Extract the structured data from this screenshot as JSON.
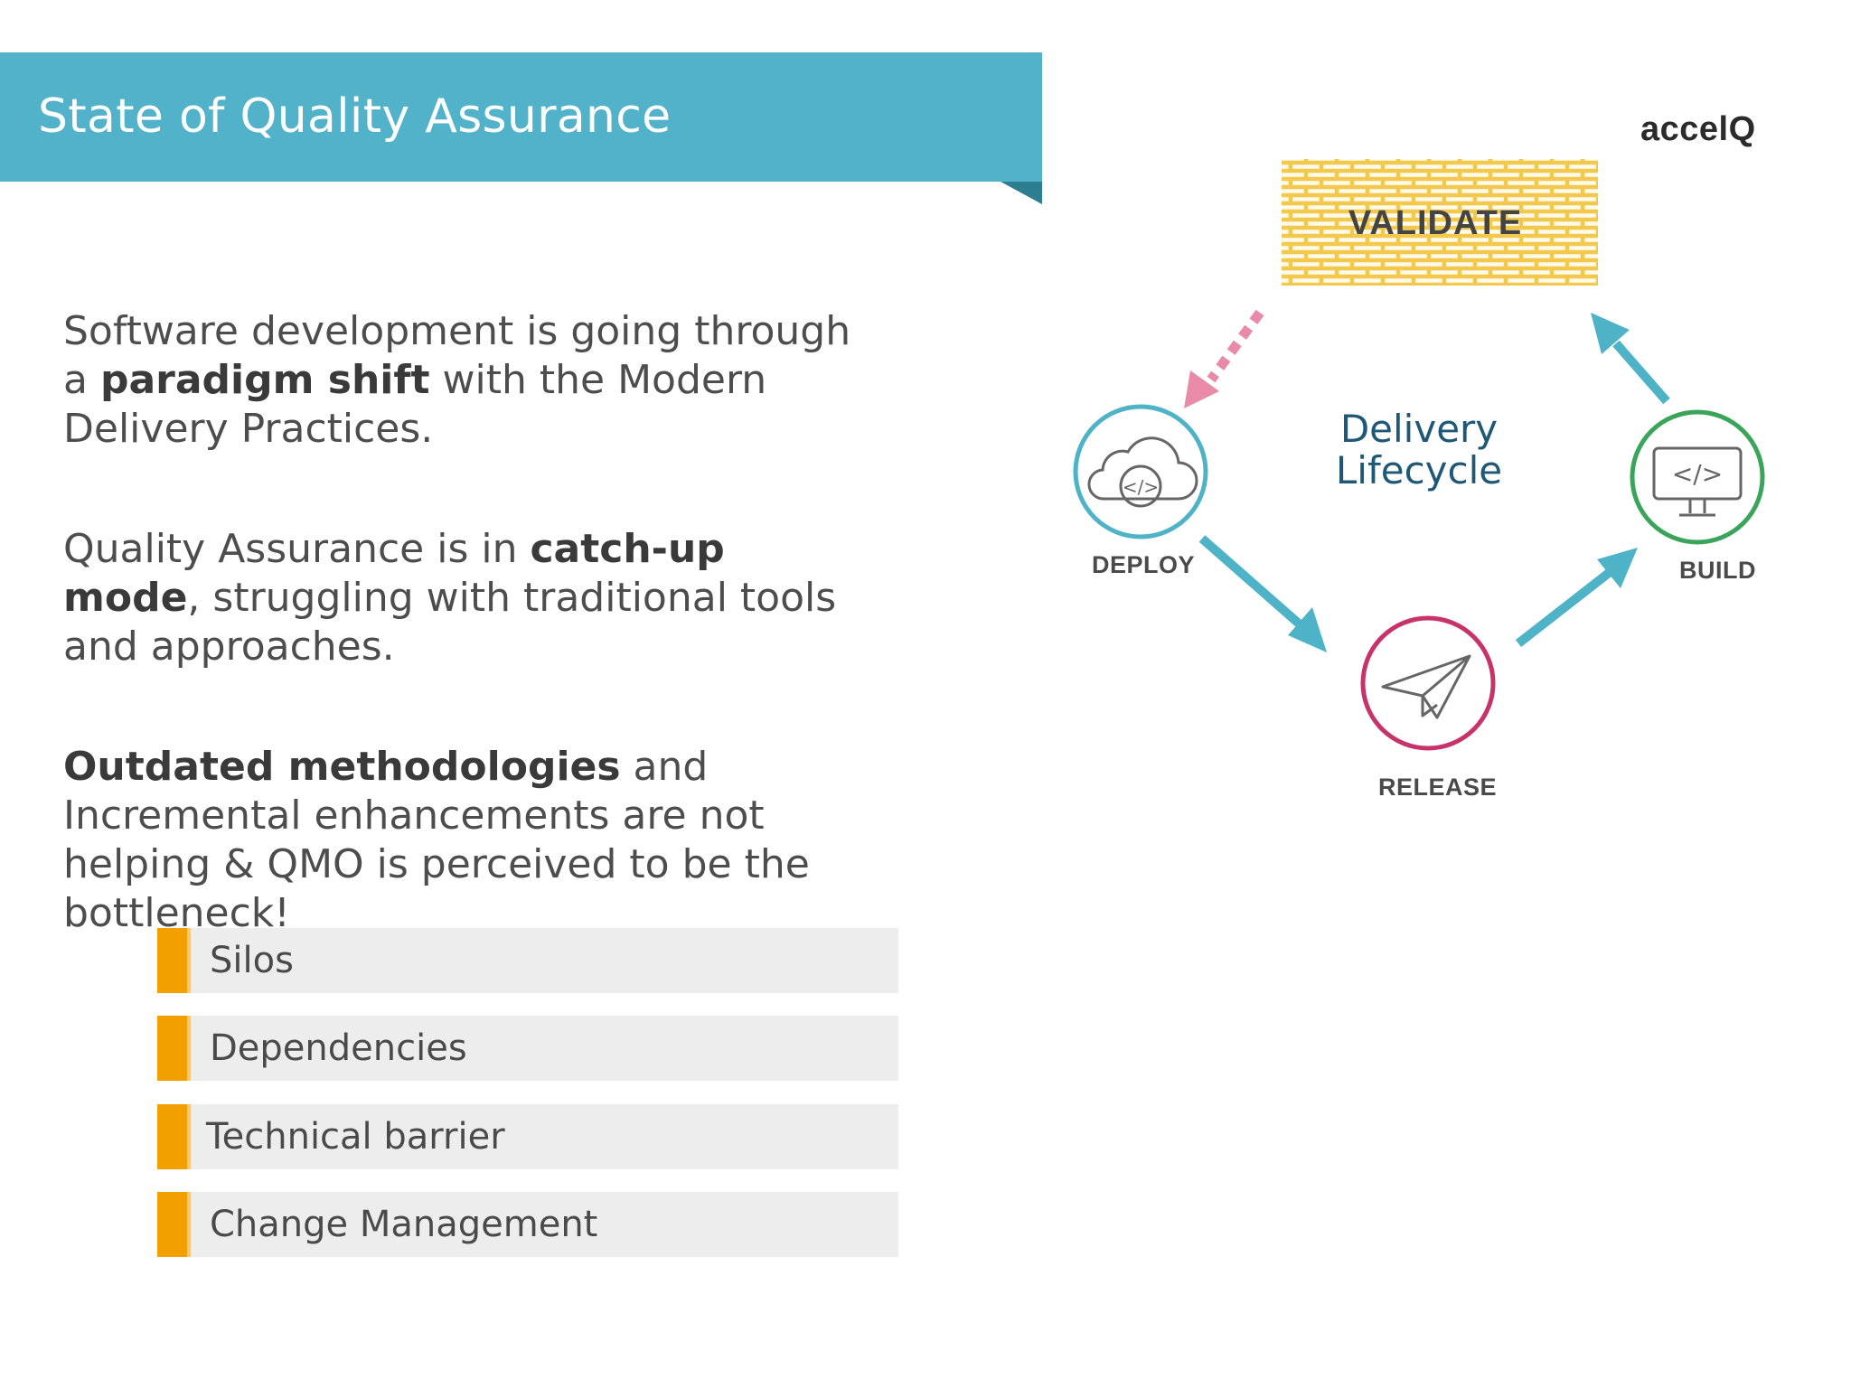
{
  "header": {
    "title": "State of Quality Assurance"
  },
  "brand": {
    "logo_text": "accelQ"
  },
  "paragraphs": [
    {
      "pre": "Software development is going through a ",
      "bold": "paradigm shift",
      "post": " with the Modern Delivery Practices."
    },
    {
      "pre": "Quality Assurance is in ",
      "bold": "catch-up mode",
      "post": ", struggling with traditional tools and approaches."
    },
    {
      "pre": "",
      "bold": "Outdated methodologies",
      "post": " and Incremental enhancements are not helping & QMO is perceived to be the bottleneck!"
    }
  ],
  "challenges": [
    "Silos",
    "Dependencies",
    "Technical barrier",
    "Change Management"
  ],
  "diagram": {
    "center_line1": "Delivery",
    "center_line2": "Lifecycle",
    "validate": "VALIDATE",
    "deploy": "DEPLOY",
    "release": "RELEASE",
    "build": "BUILD"
  },
  "colors": {
    "banner": "#52b2c9",
    "accent_bar": "#f2a000",
    "deploy_ring": "#4fb3c8",
    "release_ring": "#c8326a",
    "build_ring": "#3aa55a",
    "arrow": "#4fb3c8",
    "dashed_arrow": "#e88aa8",
    "wall": "#f3c94d"
  }
}
